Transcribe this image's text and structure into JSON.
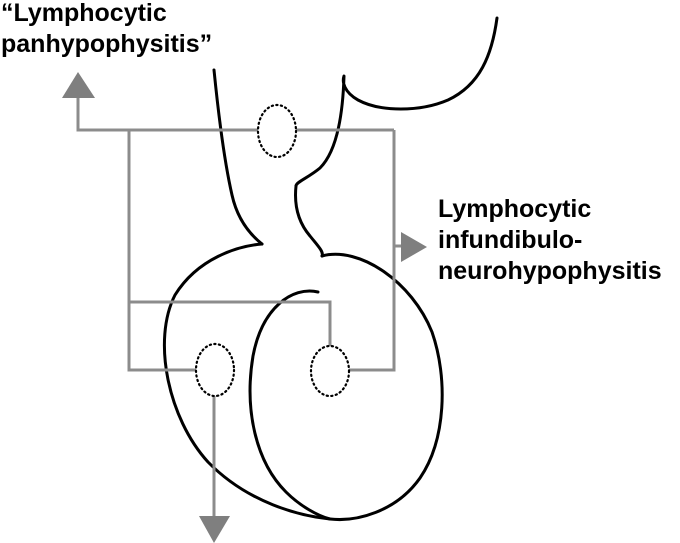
{
  "labels": {
    "panhypophysitis": {
      "line1": "“Lymphocytic",
      "line2": "panhypophysitis”"
    },
    "infundibulo": {
      "line1": "Lymphocytic",
      "line2": "infundibulo-",
      "line3": "neurohypophysitis"
    }
  },
  "colors": {
    "outline": "#000000",
    "connector": "#8c8c8c",
    "arrow": "#7f7f7f",
    "background": "#ffffff"
  }
}
